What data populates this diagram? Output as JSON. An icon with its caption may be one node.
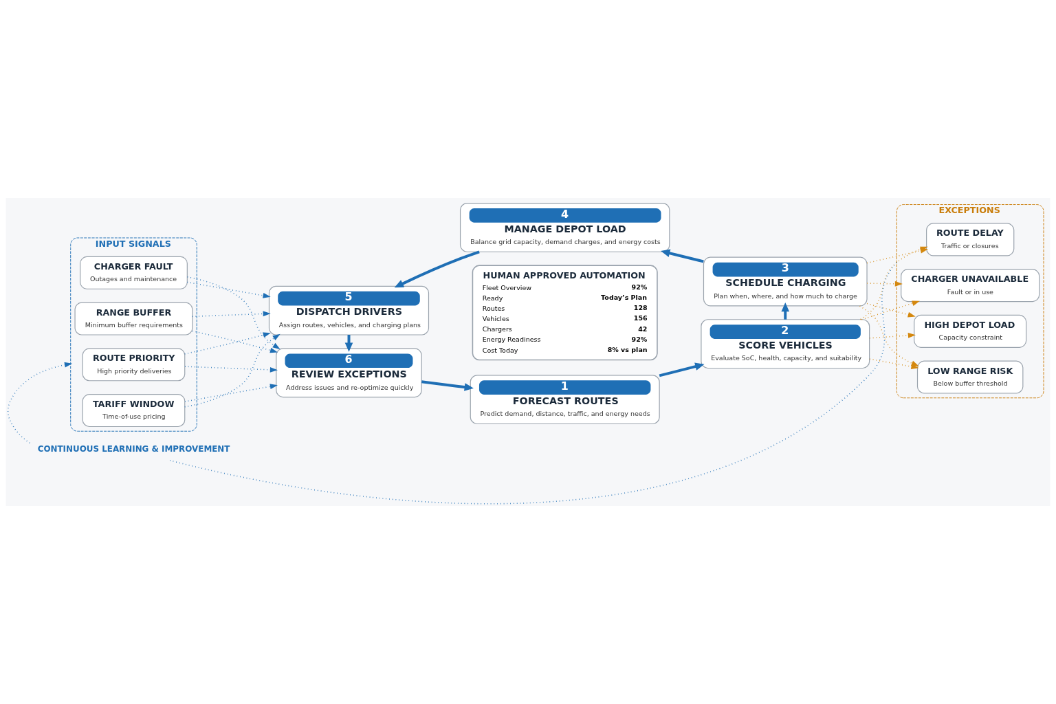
{
  "diagram": {
    "nodes": [
      {
        "text": [
          "1",
          "FORECAST ROUTES",
          "Predict demand, distance, traffic, and energy needs"
        ]
      },
      {
        "text": [
          "2",
          "SCORE VEHICLES",
          "Evaluate SoC, health, capacity, and suitability"
        ]
      },
      {
        "text": [
          "3",
          "SCHEDULE CHARGING",
          "Plan when, where, and how much to charge"
        ]
      },
      {
        "text": [
          "4",
          "MANAGE DEPOT LOAD",
          "Balance grid capacity, demand charges, and energy costs"
        ]
      },
      {
        "text": [
          "5",
          "DISPATCH DRIVERS",
          "Assign routes, vehicles, and charging plans"
        ]
      },
      {
        "text": [
          "6",
          "REVIEW EXCEPTIONS",
          "Address issues and re-optimize quickly"
        ]
      },
      {
        "text": [
          "HUMAN APPROVED AUTOMATION",
          "Fleet Overview",
          "92%",
          "Ready",
          "Today’s Plan",
          "Routes",
          "128",
          "Vehicles",
          "156",
          "Chargers",
          "42",
          "Energy Readiness",
          "92%",
          "Cost Today",
          "8% vs plan"
        ]
      },
      {
        "text": [
          "INPUT SIGNALS"
        ]
      },
      {
        "text": [
          "ROUTE PRIORITY",
          "High priority deliveries"
        ],
        "in": 7
      },
      {
        "text": [
          "TARIFF WINDOW",
          "Time-of-use pricing"
        ],
        "in": 7
      },
      {
        "text": [
          "CHARGER FAULT",
          "Outages and maintenance"
        ],
        "in": 7
      },
      {
        "text": [
          "RANGE BUFFER",
          "Minimum buffer requirements"
        ],
        "in": 7
      },
      {
        "text": [
          "EXCEPTIONS"
        ]
      },
      {
        "text": [
          "ROUTE DELAY",
          "Traffic or closures"
        ],
        "in": 12
      },
      {
        "text": [
          "CHARGER UNAVAILABLE",
          "Fault or in use"
        ],
        "in": 12
      },
      {
        "text": [
          "HIGH DEPOT LOAD",
          "Capacity constraint"
        ],
        "in": 12
      },
      {
        "text": [
          "LOW RANGE RISK",
          "Below buffer threshold"
        ],
        "in": 12
      },
      {
        "text": [
          "CONTINUOUS LEARNING & IMPROVEMENT"
        ]
      }
    ],
    "edges": [
      {
        "from": 0,
        "to": 1,
        "arrow": "to",
        "style": "thick"
      },
      {
        "from": 1,
        "to": 2,
        "arrow": "to",
        "style": "thick"
      },
      {
        "from": 2,
        "to": 3,
        "arrow": "to",
        "style": "thick"
      },
      {
        "from": 3,
        "to": 4,
        "arrow": "to",
        "style": "thick"
      },
      {
        "from": 4,
        "to": 5,
        "arrow": "to",
        "style": "thick"
      },
      {
        "from": 5,
        "to": 0,
        "arrow": "to",
        "style": "thick"
      },
      {
        "from": 8,
        "to": 5,
        "arrow": "to",
        "style": "dashed"
      },
      {
        "from": 8,
        "to": 4,
        "arrow": "to",
        "style": "dashed"
      },
      {
        "from": 9,
        "to": 5,
        "arrow": "to",
        "style": "dashed"
      },
      {
        "from": 9,
        "to": 4,
        "arrow": "to",
        "style": "dashed"
      },
      {
        "from": 10,
        "to": 5,
        "arrow": "to",
        "style": "dashed"
      },
      {
        "from": 10,
        "to": 4,
        "arrow": "to",
        "style": "dashed"
      },
      {
        "from": 11,
        "to": 5,
        "arrow": "to",
        "style": "dashed"
      },
      {
        "from": 11,
        "to": 4,
        "arrow": "to",
        "style": "dashed"
      },
      {
        "from": 1,
        "to": 13,
        "arrow": "to",
        "style": "dashed",
        "color": "#d4880f"
      },
      {
        "from": 1,
        "to": 14,
        "arrow": "to",
        "style": "dashed",
        "color": "#d4880f"
      },
      {
        "from": 1,
        "to": 15,
        "arrow": "to",
        "style": "dashed",
        "color": "#d4880f"
      },
      {
        "from": 1,
        "to": 16,
        "arrow": "to",
        "style": "dashed",
        "color": "#d4880f"
      },
      {
        "from": 2,
        "to": 13,
        "arrow": "to",
        "style": "dashed",
        "color": "#d4880f"
      },
      {
        "from": 2,
        "to": 14,
        "arrow": "to",
        "style": "dashed",
        "color": "#d4880f"
      },
      {
        "from": 2,
        "to": 15,
        "arrow": "to",
        "style": "dashed",
        "color": "#d4880f"
      },
      {
        "from": 2,
        "to": 16,
        "arrow": "to",
        "style": "dashed",
        "color": "#d4880f"
      },
      {
        "from": 12,
        "to": 17,
        "arrow": "none",
        "style": "dashed"
      },
      {
        "from": 17,
        "to": 7,
        "arrow": "to",
        "style": "dashed"
      }
    ]
  }
}
